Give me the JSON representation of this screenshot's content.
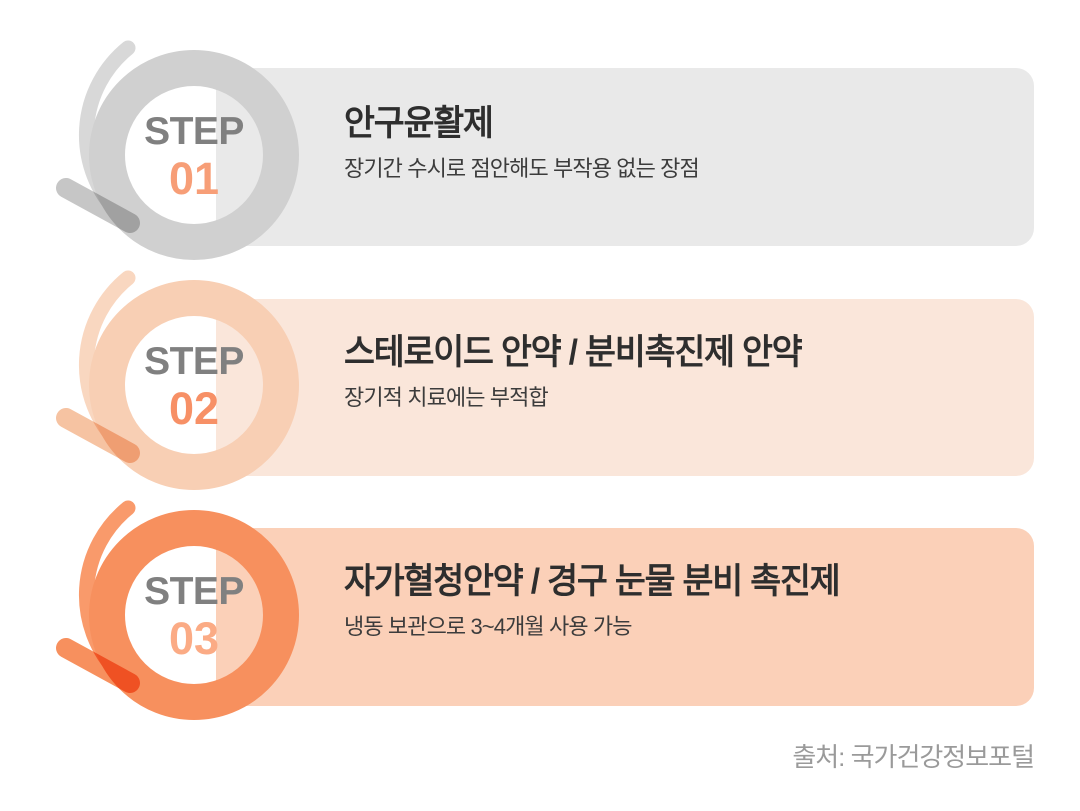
{
  "meta": {
    "colors": {
      "step1_ring": "#d0d0d0",
      "step1_panel": "#e9e9e9",
      "step1_number": "#f79e77",
      "step2_ring": "#f8cfb4",
      "step2_panel": "#fae6da",
      "step2_number": "#f79066",
      "step3_ring": "#f7905e",
      "step3_panel": "#fbd0b8",
      "step3_number": "#fbab85",
      "step_word": "#808080",
      "title_text": "#2e2e2e",
      "desc_text": "#3c3c3c",
      "credit_text": "#9a9a9a",
      "background": "#ffffff"
    }
  },
  "steps": [
    {
      "step_word": "STEP",
      "number": "01",
      "title": "안구윤활제",
      "description": "장기간 수시로 점안해도 부작용 없는 장점",
      "ring_color": "#d0d0d0",
      "arc_color": "#d8d8d8",
      "dash_color": "#c6c6c6",
      "number_color": "#f79e77",
      "panel_color": "#e9e9e9"
    },
    {
      "step_word": "STEP",
      "number": "02",
      "title": "스테로이드 안약 / 분비촉진제 안약",
      "description": "장기적 치료에는 부적합",
      "ring_color": "#f8cfb4",
      "arc_color": "#f9d7c0",
      "dash_color": "#f6c3a2",
      "number_color": "#f79066",
      "panel_color": "#fae6da"
    },
    {
      "step_word": "STEP",
      "number": "03",
      "title": "자가혈청안약 / 경구 눈물 분비 촉진제",
      "description": "냉동 보관으로 3~4개월 사용 가능",
      "ring_color": "#f7905e",
      "arc_color": "#f99a6b",
      "dash_color": "#f7905e",
      "number_color": "#fbab85",
      "panel_color": "#fbd0b8"
    }
  ],
  "footer": {
    "source": "출처: 국가건강정보포털"
  }
}
